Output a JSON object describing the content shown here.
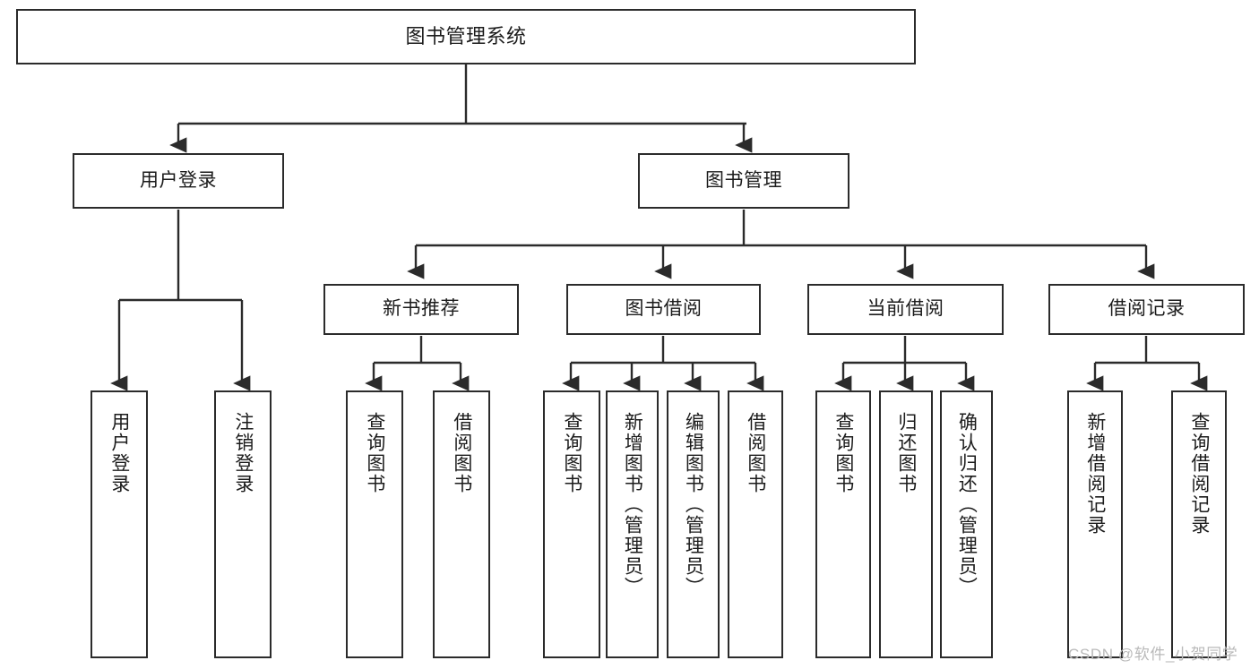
{
  "diagram": {
    "title": "图书管理系统",
    "type": "tree-hierarchy",
    "watermark": "CSDN @软件_小贺同学",
    "colors": {
      "box_border": "#2b2b2b",
      "box_fill": "#ffffff",
      "edge": "#2b2b2b",
      "text": "#1b1b1b",
      "watermark": "#b9b9b9",
      "background": "#ffffff"
    },
    "nodes": {
      "root": {
        "label": "图书管理系统"
      },
      "level2": [
        {
          "label": "用户登录"
        },
        {
          "label": "图书管理"
        }
      ],
      "level3": [
        {
          "label": "新书推荐"
        },
        {
          "label": "图书借阅"
        },
        {
          "label": "当前借阅"
        },
        {
          "label": "借阅记录"
        }
      ],
      "leaves_user_login": [
        {
          "label": "用户登录"
        },
        {
          "label": "注销登录"
        }
      ],
      "leaves_new_books": [
        {
          "label": "查询图书"
        },
        {
          "label": "借阅图书"
        }
      ],
      "leaves_borrow": [
        {
          "label": "查询图书"
        },
        {
          "label": "新增图书（管理员）"
        },
        {
          "label": "编辑图书（管理员）"
        },
        {
          "label": "借阅图书"
        }
      ],
      "leaves_current": [
        {
          "label": "查询图书"
        },
        {
          "label": "归还图书"
        },
        {
          "label": "确认归还（管理员）"
        }
      ],
      "leaves_records": [
        {
          "label": "新增借阅记录"
        },
        {
          "label": "查询借阅记录"
        }
      ]
    }
  }
}
